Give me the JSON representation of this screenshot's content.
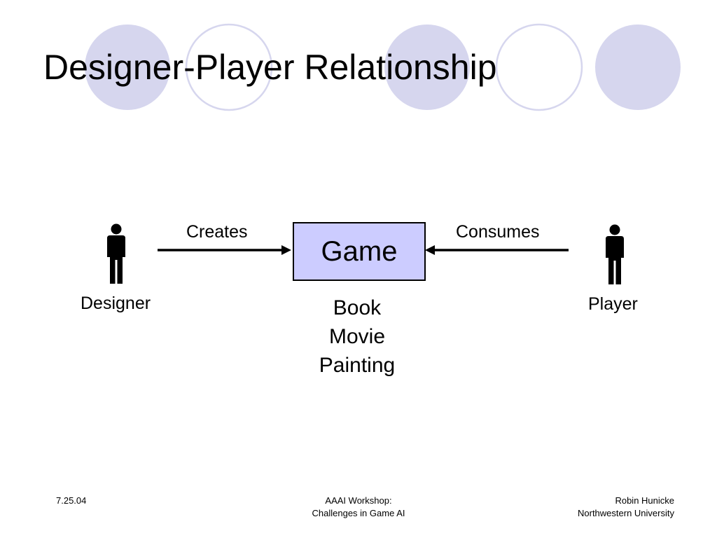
{
  "slide": {
    "title": "Designer-Player Relationship",
    "accent_color": "#d6d6ee"
  },
  "diagram": {
    "designer_label": "Designer",
    "player_label": "Player",
    "creates_label": "Creates",
    "consumes_label": "Consumes",
    "game_label": "Game",
    "game_fill": "#ccccff",
    "other_media": [
      "Book",
      "Movie",
      "Painting"
    ],
    "person_icon": "person-icon"
  },
  "footer": {
    "date": "7.25.04",
    "event_line1": "AAAI Workshop:",
    "event_line2": "Challenges in Game AI",
    "author_line1": "Robin Hunicke",
    "author_line2": "Northwestern University"
  }
}
